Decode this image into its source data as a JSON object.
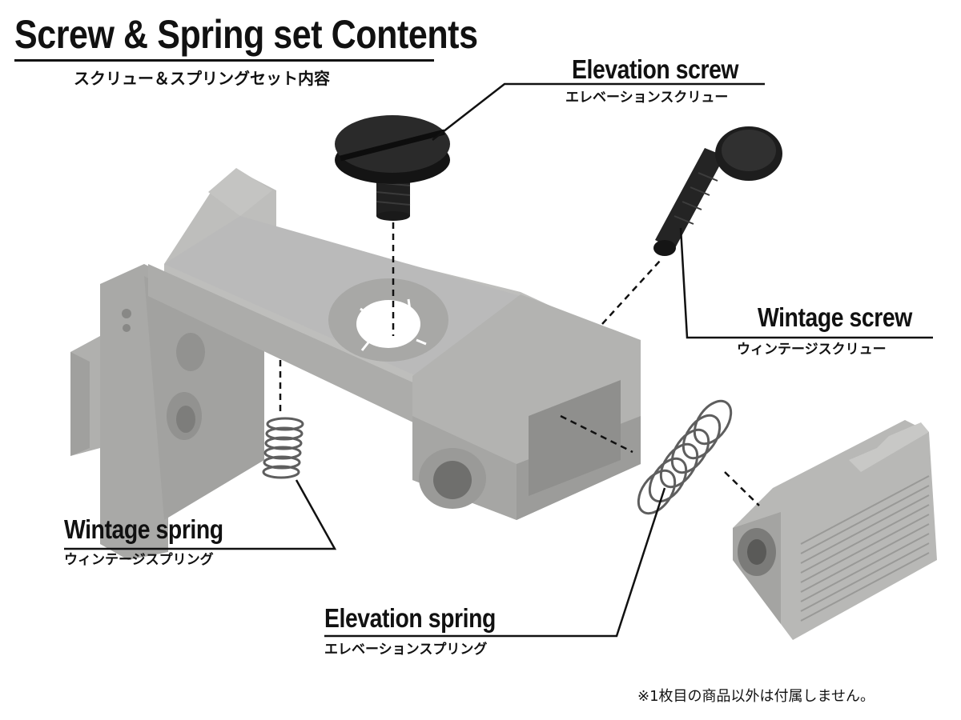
{
  "title": "Screw & Spring set Contents",
  "subtitle": "スクリュー＆スプリングセット内容",
  "parts": {
    "elevation_screw": {
      "en": "Elevation screw",
      "jp": "エレベーションスクリュー"
    },
    "wintage_screw": {
      "en": "Wintage screw",
      "jp": "ウィンテージスクリュー"
    },
    "wintage_spring": {
      "en": "Wintage spring",
      "jp": "ウィンテージスプリング"
    },
    "elevation_spring": {
      "en": "Elevation spring",
      "jp": "エレベーションスプリング"
    }
  },
  "footnote": "※1枚目の商品以外は付属しません。",
  "colors": {
    "housing": "#b4b4b2",
    "housing_shade": "#989896",
    "screw": "#1c1c1c",
    "spring": "#6a6a6a",
    "text": "#111111"
  }
}
